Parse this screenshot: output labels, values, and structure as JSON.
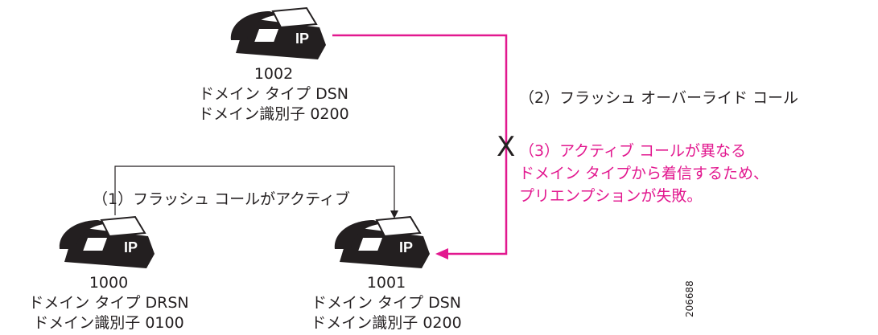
{
  "phones": {
    "p1002": {
      "number": "1002",
      "line1": "ドメイン タイプ DSN",
      "line2": "ドメイン識別子 0200",
      "icon_text": "IP"
    },
    "p1000": {
      "number": "1000",
      "line1": "ドメイン タイプ DRSN",
      "line2": "ドメイン識別子 0100",
      "icon_text": "IP"
    },
    "p1001": {
      "number": "1001",
      "line1": "ドメイン タイプ DSN",
      "line2": "ドメイン識別子 0200",
      "icon_text": "IP"
    }
  },
  "notes": {
    "step2": "（2）フラッシュ オーバーライド コール",
    "step1": "（1）フラッシュ コールがアクティブ",
    "step3": [
      "（3）アクティブ コールが異なる",
      "ドメイン タイプから着信するため、",
      "プリエンプションが失敗。"
    ],
    "x_mark": "X"
  },
  "figure_id": "206688",
  "colors": {
    "line": "#231f20",
    "accent": "#e2188f",
    "phone": "#231f20"
  },
  "icons": [
    "ip-phone-icon"
  ]
}
